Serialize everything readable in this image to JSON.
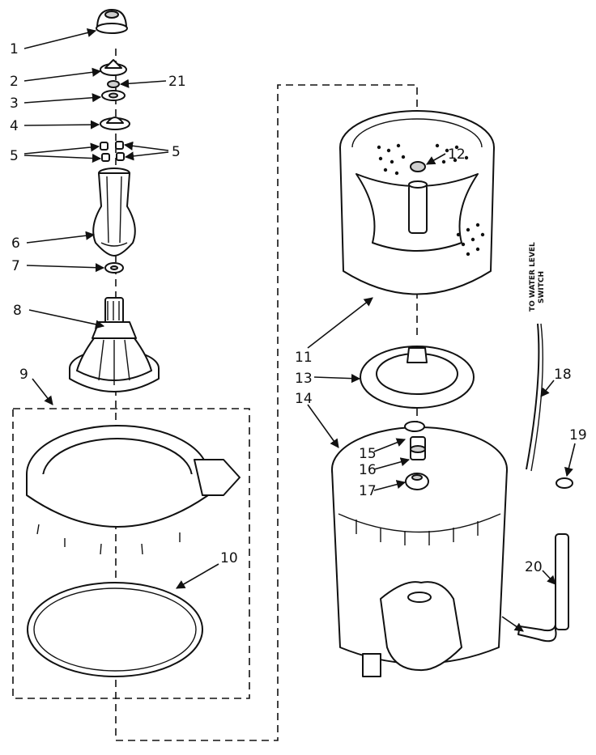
{
  "diagram": {
    "note": {
      "line1": "TO WATER LEVEL",
      "line2": "SWITCH"
    },
    "callouts": [
      {
        "label": "1"
      },
      {
        "label": "2"
      },
      {
        "label": "21"
      },
      {
        "label": "3"
      },
      {
        "label": "4"
      },
      {
        "label": "5"
      },
      {
        "label": "5"
      },
      {
        "label": "6"
      },
      {
        "label": "7"
      },
      {
        "label": "8"
      },
      {
        "label": "9"
      },
      {
        "label": "10"
      },
      {
        "label": "11"
      },
      {
        "label": "12"
      },
      {
        "label": "13"
      },
      {
        "label": "14"
      },
      {
        "label": "15"
      },
      {
        "label": "16"
      },
      {
        "label": "17"
      },
      {
        "label": "18"
      },
      {
        "label": "19"
      },
      {
        "label": "20"
      }
    ]
  }
}
